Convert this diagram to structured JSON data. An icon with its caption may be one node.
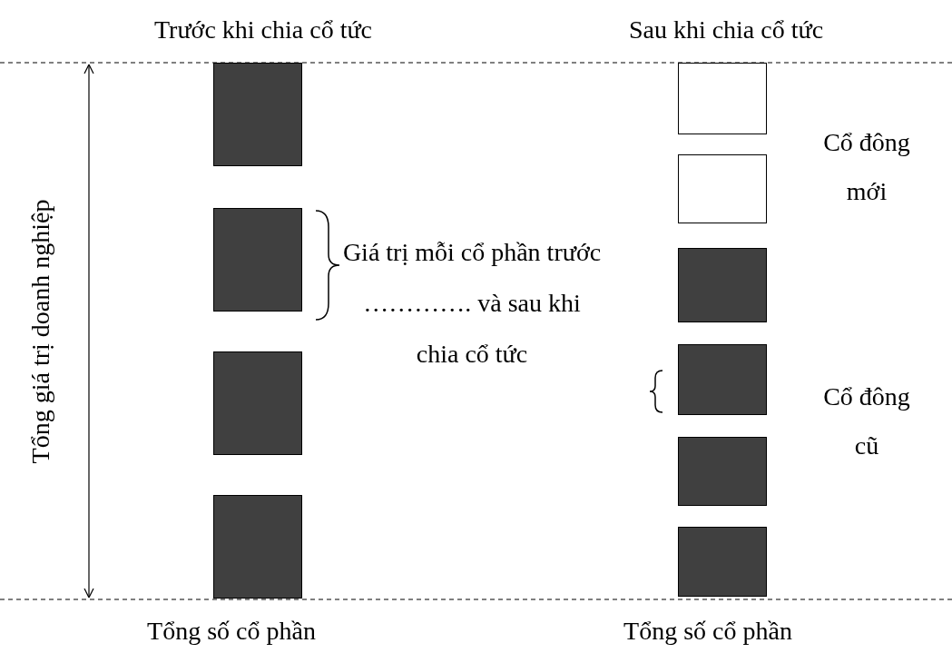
{
  "diagram": {
    "nodes": [
      {
        "text": [],
        "shape": "box"
      },
      {
        "text": [],
        "shape": "box"
      },
      {
        "text": [],
        "shape": "box"
      },
      {
        "text": [],
        "shape": "box"
      },
      {
        "text": [],
        "shape": "box"
      },
      {
        "text": [],
        "shape": "box"
      },
      {
        "text": [],
        "shape": "box"
      },
      {
        "text": [],
        "shape": "box"
      },
      {
        "text": [],
        "shape": "box"
      },
      {
        "text": [],
        "shape": "box"
      }
    ],
    "labels": [
      "Trước khi chia cổ tức",
      "Sau khi chia cổ tức",
      "Tổng giá trị doanh nghiệp",
      "Cổ đông mới",
      "Giá trị mỗi cổ phần trước …………. và sau khi chia cổ tức",
      "Cổ đông cũ",
      "Tổng số cổ phần",
      "Tổng số cổ phần"
    ]
  }
}
